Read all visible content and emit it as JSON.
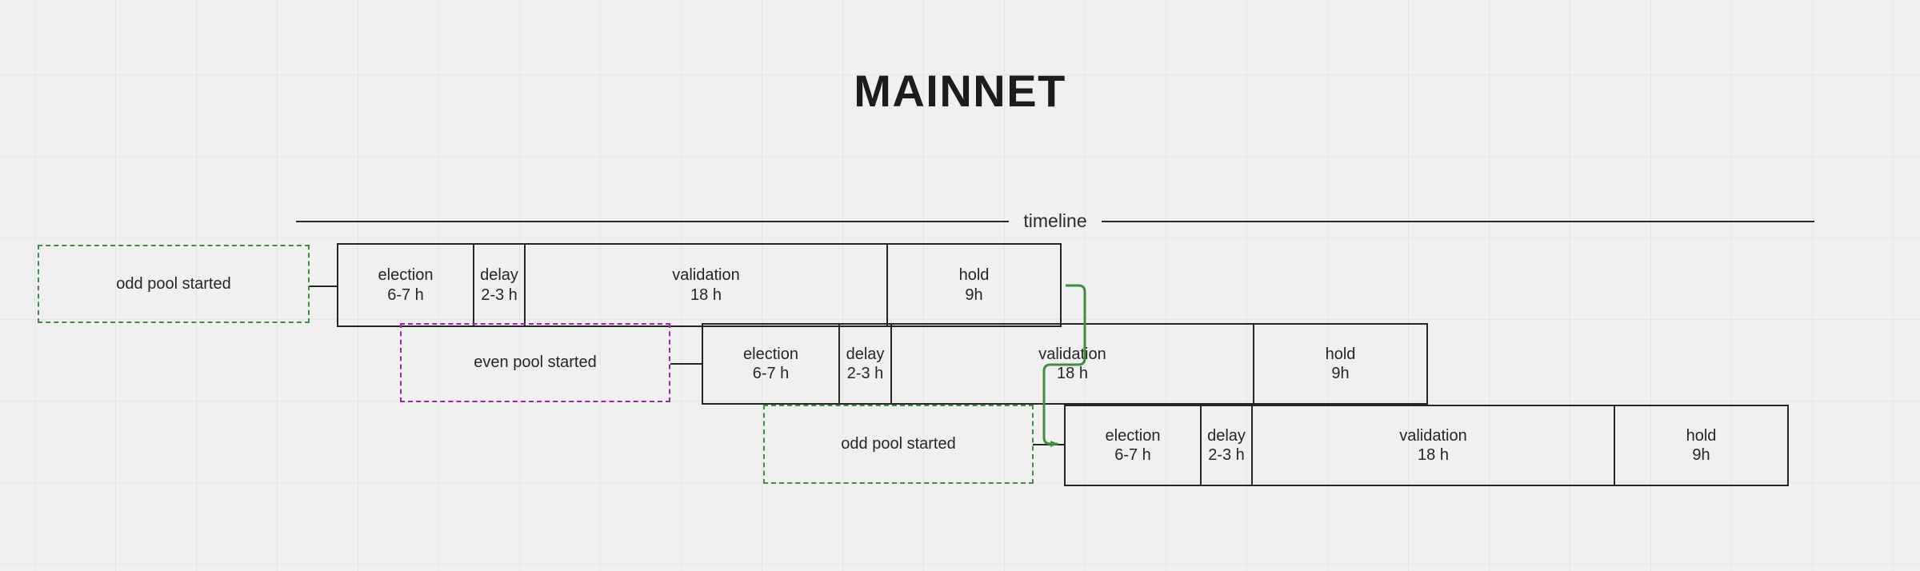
{
  "title": "MAINNET",
  "timeline": {
    "label": "timeline"
  },
  "colors": {
    "background": "#f0f0f0",
    "box_border": "#262626",
    "text": "#262626",
    "odd_pool_accent": "#3f8f3f",
    "even_pool_accent": "#9b27b0"
  },
  "rows": [
    {
      "id": "row-1",
      "note": {
        "text": "odd pool started",
        "accent": "odd"
      },
      "phases": [
        {
          "name": "election",
          "duration": "6-7 h"
        },
        {
          "name": "delay",
          "duration": "2-3 h"
        },
        {
          "name": "validation",
          "duration": "18 h"
        },
        {
          "name": "hold",
          "duration": "9h"
        }
      ]
    },
    {
      "id": "row-2",
      "note": {
        "text": "even pool started",
        "accent": "even"
      },
      "phases": [
        {
          "name": "election",
          "duration": "6-7 h"
        },
        {
          "name": "delay",
          "duration": "2-3 h"
        },
        {
          "name": "validation",
          "duration": "18 h"
        },
        {
          "name": "hold",
          "duration": "9h"
        }
      ]
    },
    {
      "id": "row-3",
      "note": {
        "text": "odd pool started",
        "accent": "odd"
      },
      "phases": [
        {
          "name": "election",
          "duration": "6-7 h"
        },
        {
          "name": "delay",
          "duration": "2-3 h"
        },
        {
          "name": "validation",
          "duration": "18 h"
        },
        {
          "name": "hold",
          "duration": "9h"
        }
      ]
    }
  ]
}
